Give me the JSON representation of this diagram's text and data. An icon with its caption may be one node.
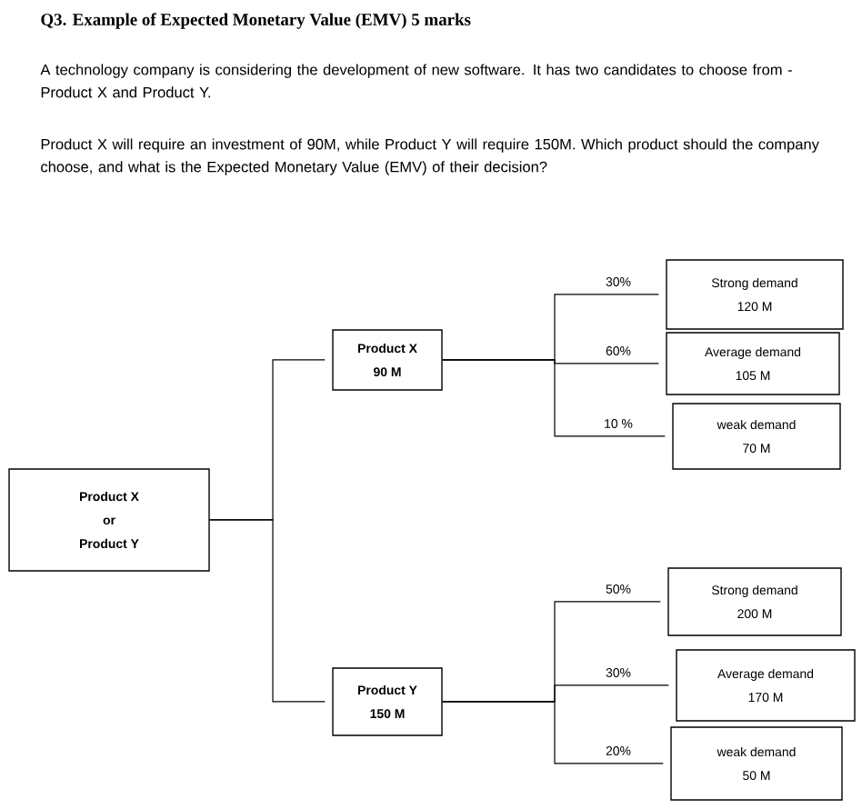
{
  "diagram": {
    "title": "Q3. Example of Expected Monetary Value (EMV) 5 marks",
    "nodes": [
      {
        "text": [
          "Product X",
          "or",
          "Product Y"
        ]
      },
      {
        "text": [
          "Product X",
          "90 M"
        ]
      },
      {
        "text": [
          "Product Y",
          "150 M"
        ]
      },
      {
        "text": [
          "Strong demand",
          "120 M"
        ]
      },
      {
        "text": [
          "Average demand",
          "105 M"
        ]
      },
      {
        "text": [
          "weak demand",
          "70 M"
        ]
      },
      {
        "text": [
          "Strong demand",
          "200 M"
        ]
      },
      {
        "text": [
          "Average demand",
          "170 M"
        ]
      },
      {
        "text": [
          "weak demand",
          "50 M"
        ]
      }
    ],
    "edges": [
      {
        "from": 0,
        "to": 1,
        "arrow": "none"
      },
      {
        "from": 0,
        "to": 2,
        "arrow": "none"
      },
      {
        "from": 1,
        "to": 3,
        "arrow": "none",
        "label": "30%"
      },
      {
        "from": 1,
        "to": 4,
        "arrow": "none",
        "label": "60%"
      },
      {
        "from": 1,
        "to": 5,
        "arrow": "none",
        "label": "10 %"
      },
      {
        "from": 2,
        "to": 6,
        "arrow": "none",
        "label": "50%"
      },
      {
        "from": 2,
        "to": 7,
        "arrow": "none",
        "label": "30%"
      },
      {
        "from": 2,
        "to": 8,
        "arrow": "none",
        "label": "20%"
      }
    ],
    "labels": [
      "A technology company is considering the development of new software.  It has two candidates to choose from - Product X and Product Y.",
      "Product X will require an investment of 90M, while Product Y will require 150M. Which product should the company choose, and what is the Expected Monetary Value (EMV) of their decision?"
    ]
  }
}
